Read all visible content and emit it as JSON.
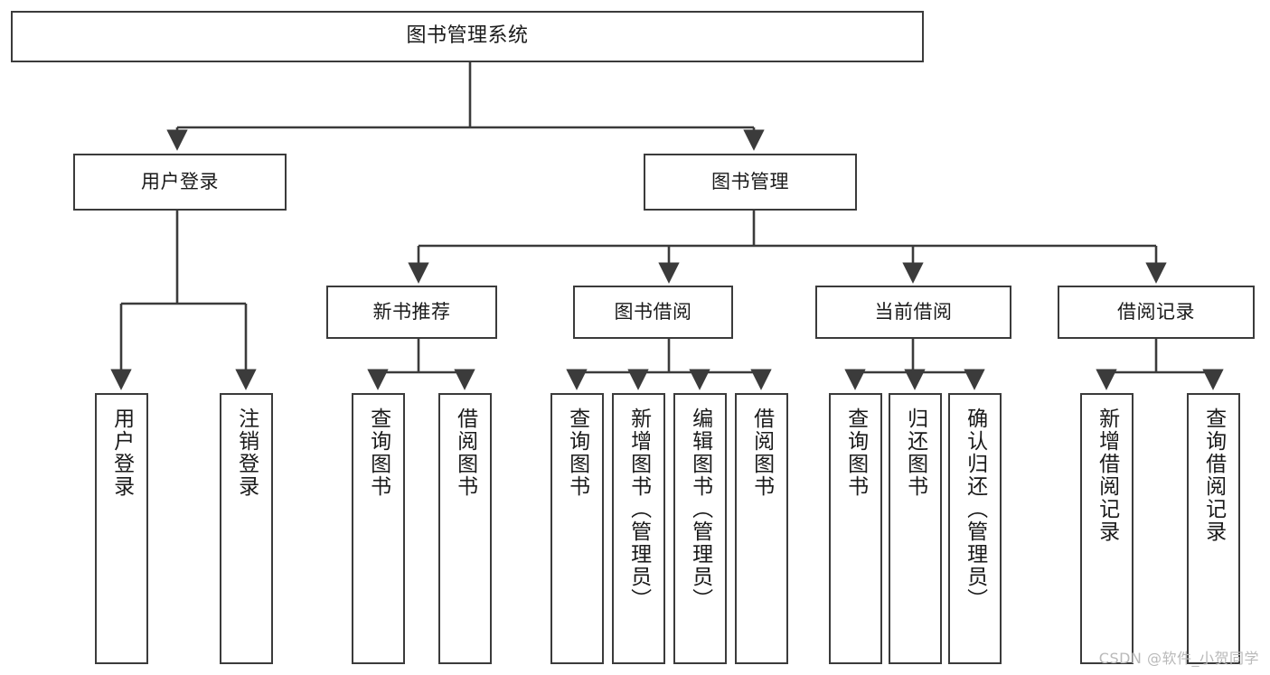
{
  "diagram": {
    "title": "图书管理系统",
    "type": "tree-hierarchy",
    "root": {
      "label": "图书管理系统"
    },
    "level1": [
      {
        "label": "用户登录"
      },
      {
        "label": "图书管理"
      }
    ],
    "level2": [
      {
        "label": "新书推荐",
        "parent": "图书管理"
      },
      {
        "label": "图书借阅",
        "parent": "图书管理"
      },
      {
        "label": "当前借阅",
        "parent": "图书管理"
      },
      {
        "label": "借阅记录",
        "parent": "图书管理"
      }
    ],
    "leaves": {
      "user_login": [
        {
          "label": "用户登录"
        },
        {
          "label": "注销登录"
        }
      ],
      "new_book_recommend": [
        {
          "label": "查询图书"
        },
        {
          "label": "借阅图书"
        }
      ],
      "book_borrow": [
        {
          "label": "查询图书"
        },
        {
          "label": "新增图书（管理员）"
        },
        {
          "label": "编辑图书（管理员）"
        },
        {
          "label": "借阅图书"
        }
      ],
      "current_borrow": [
        {
          "label": "查询图书"
        },
        {
          "label": "归还图书"
        },
        {
          "label": "确认归还（管理员）"
        }
      ],
      "borrow_record": [
        {
          "label": "新增借阅记录"
        },
        {
          "label": "查询借阅记录"
        }
      ]
    }
  },
  "watermark": {
    "text": "CSDN @软件_小贺同学"
  },
  "colors": {
    "stroke": "#3b3b3b",
    "background": "#ffffff",
    "text": "#1a1a1a",
    "watermark": "#b9b9b9"
  }
}
